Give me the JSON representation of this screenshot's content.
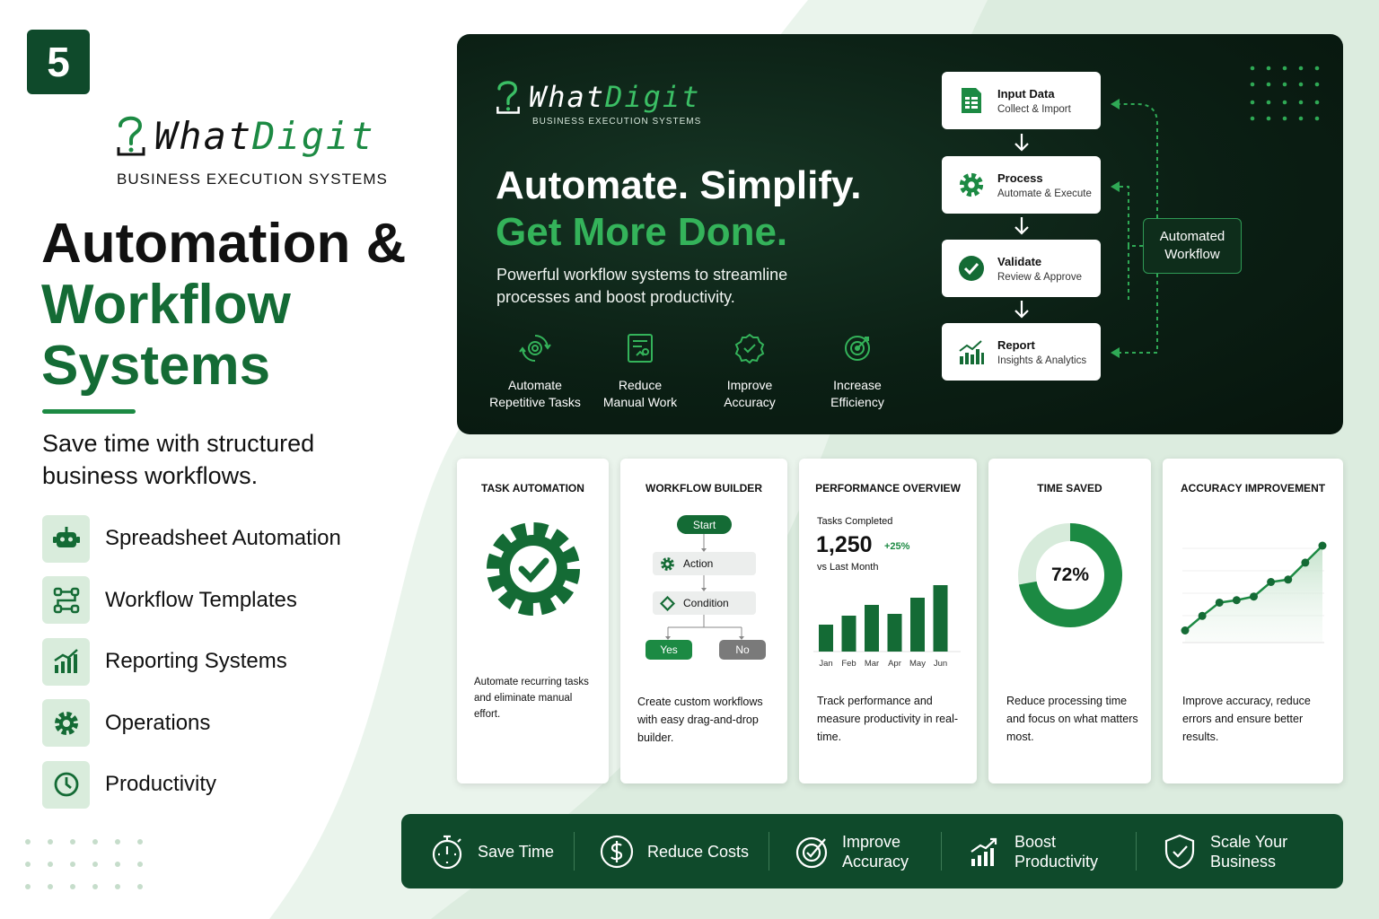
{
  "badge_number": "5",
  "brand": {
    "word_a": "What",
    "word_b": "Digit",
    "tagline": "BUSINESS EXECUTION SYSTEMS"
  },
  "hero": {
    "title_line1": "Automation &",
    "title_line2": "Workflow",
    "title_line3": "Systems",
    "subtitle": "Save time with structured business workflows."
  },
  "features": [
    {
      "label": "Spreadsheet Automation",
      "icon": "robot-icon"
    },
    {
      "label": "Workflow Templates",
      "icon": "flow-icon"
    },
    {
      "label": "Reporting Systems",
      "icon": "chart-icon"
    },
    {
      "label": "Operations",
      "icon": "gear-icon"
    },
    {
      "label": "Productivity",
      "icon": "clock-icon"
    }
  ],
  "banner": {
    "headline1": "Automate. Simplify.",
    "headline2": "Get More Done.",
    "description": "Powerful workflow systems to streamline processes and boost productivity.",
    "features": [
      {
        "line1": "Automate",
        "line2": "Repetitive Tasks",
        "icon": "gear-cycle-icon"
      },
      {
        "line1": "Reduce",
        "line2": "Manual Work",
        "icon": "document-icon"
      },
      {
        "line1": "Improve",
        "line2": "Accuracy",
        "icon": "check-badge-icon"
      },
      {
        "line1": "Increase",
        "line2": "Efficiency",
        "icon": "target-icon"
      }
    ],
    "flow": [
      {
        "title": "Input Data",
        "sub": "Collect & Import",
        "icon": "sheet-icon"
      },
      {
        "title": "Process",
        "sub": "Automate & Execute",
        "icon": "gear-icon"
      },
      {
        "title": "Validate",
        "sub": "Review & Approve",
        "icon": "check-circle-icon"
      },
      {
        "title": "Report",
        "sub": "Insights & Analytics",
        "icon": "bar-chart-icon"
      }
    ],
    "automated_label_1": "Automated",
    "automated_label_2": "Workflow"
  },
  "cards": {
    "task": {
      "title": "TASK AUTOMATION",
      "desc": "Automate recurring tasks and eliminate manual effort."
    },
    "builder": {
      "title": "WORKFLOW BUILDER",
      "start": "Start",
      "action": "Action",
      "condition": "Condition",
      "yes": "Yes",
      "no": "No",
      "desc": "Create custom workflows with easy drag-and-drop builder."
    },
    "performance": {
      "title": "PERFORMANCE OVERVIEW",
      "metric_label": "Tasks Completed",
      "metric_value": "1,250",
      "metric_change": "+25%",
      "metric_compare": "vs Last Month",
      "desc": "Track performance and measure productivity in real-time."
    },
    "time": {
      "title": "TIME SAVED",
      "value_label": "72%",
      "value": 72,
      "desc": "Reduce processing time and focus on what matters most."
    },
    "accuracy": {
      "title": "ACCURACY IMPROVEMENT",
      "desc": "Improve accuracy, reduce errors and ensure better results."
    }
  },
  "chart_data": [
    {
      "type": "bar",
      "categories": [
        "Jan",
        "Feb",
        "Mar",
        "Apr",
        "May",
        "Jun"
      ],
      "values": [
        30,
        40,
        52,
        42,
        60,
        74
      ],
      "ylim": [
        0,
        80
      ],
      "title": "",
      "xlabel": "",
      "ylabel": ""
    },
    {
      "type": "line",
      "x": [
        1,
        2,
        3,
        4,
        5,
        6,
        7,
        8,
        9
      ],
      "values": [
        10,
        22,
        33,
        35,
        38,
        50,
        52,
        66,
        80
      ],
      "ylim": [
        0,
        100
      ],
      "title": "",
      "xlabel": "",
      "ylabel": ""
    }
  ],
  "bottom_bar": [
    {
      "label": "Save Time",
      "icon": "stopwatch-icon"
    },
    {
      "label": "Reduce Costs",
      "icon": "dollar-icon"
    },
    {
      "label": "Improve Accuracy",
      "icon": "target-check-icon"
    },
    {
      "label": "Boost Productivity",
      "icon": "growth-icon"
    },
    {
      "label": "Scale Your Business",
      "icon": "shield-check-icon"
    }
  ],
  "colors": {
    "dark_green": "#0f4a2b",
    "accent_green": "#1c8a43",
    "bright_green": "#34b35a",
    "banner_bg": "#0b1f14"
  }
}
